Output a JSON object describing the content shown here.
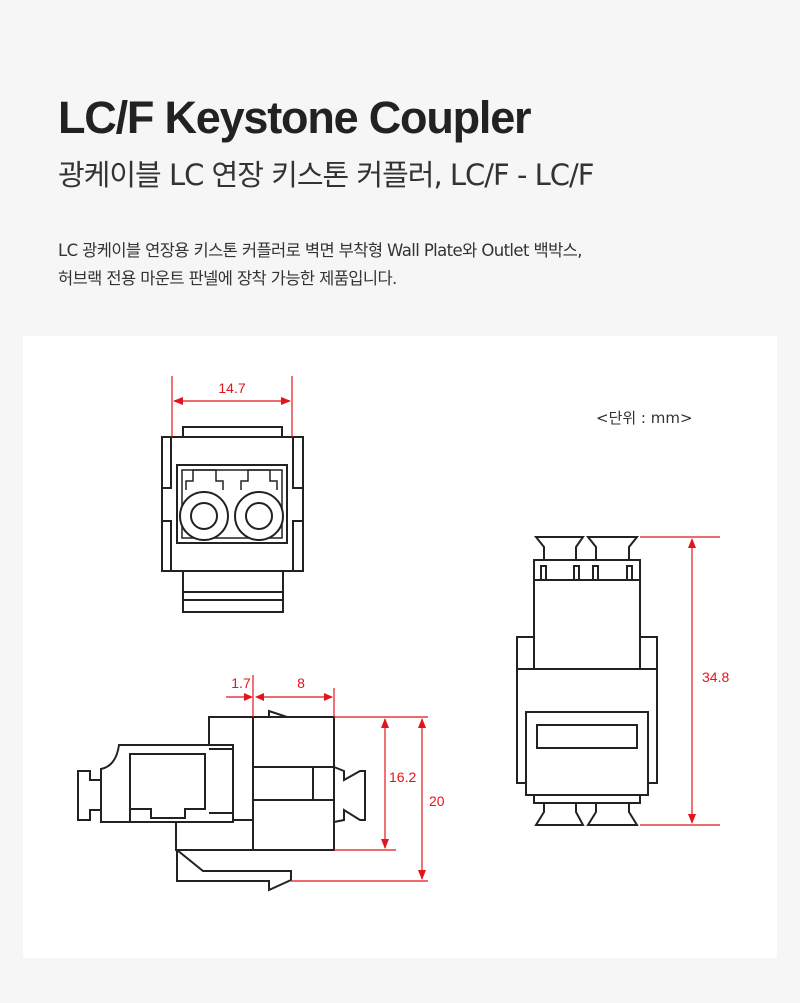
{
  "header": {
    "title": "LC/F Keystone Coupler",
    "subtitle": "광케이블 LC 연장 키스톤 커플러, LC/F - LC/F"
  },
  "description": {
    "line1": "LC 광케이블 연장용 키스톤 커플러로 벽면 부착형 Wall Plate와 Outlet 백박스,",
    "line2": "허브랙 전용 마운트 판넬에 장착 가능한 제품입니다."
  },
  "drawing": {
    "unit_label": "<단위 : mm>",
    "front_width": "14.7",
    "side_offset": "1.7",
    "side_depth": "8",
    "side_height_inner": "16.2",
    "side_height_total": "20",
    "top_length": "34.8",
    "dimension_color": "#e3141b"
  }
}
